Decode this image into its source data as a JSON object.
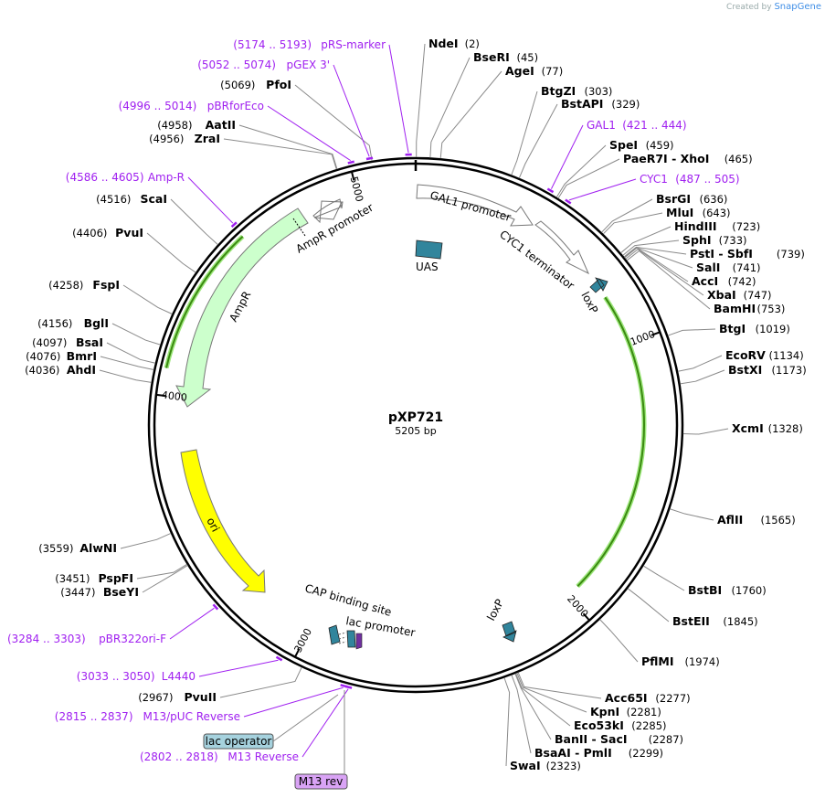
{
  "credit": {
    "prefix": "Created by",
    "brand": "SnapGene"
  },
  "plasmid": {
    "name": "pXP721",
    "length_label": "5205 bp",
    "length": 5205
  },
  "ticks": [
    {
      "pos": 1000,
      "label": "1000"
    },
    {
      "pos": 2000,
      "label": "2000"
    },
    {
      "pos": 3000,
      "label": "3000"
    },
    {
      "pos": 4000,
      "label": "4000"
    },
    {
      "pos": 5000,
      "label": "5000"
    }
  ],
  "enzymes": [
    {
      "name": "NdeI",
      "pos": "(2)",
      "site": 2
    },
    {
      "name": "BseRI",
      "pos": "(45)",
      "site": 45
    },
    {
      "name": "AgeI",
      "pos": "(77)",
      "site": 77
    },
    {
      "name": "BtgZI",
      "pos": "(303)",
      "site": 303
    },
    {
      "name": "BstAPI",
      "pos": "(329)",
      "site": 329
    },
    {
      "name": "SpeI",
      "pos": "(459)",
      "site": 459
    },
    {
      "name": "PaeR7I - XhoI",
      "pos": "(465)",
      "site": 465
    },
    {
      "name": "BsrGI",
      "pos": "(636)",
      "site": 636
    },
    {
      "name": "MluI",
      "pos": "(643)",
      "site": 643
    },
    {
      "name": "HindIII",
      "pos": "(723)",
      "site": 723
    },
    {
      "name": "SphI",
      "pos": "(733)",
      "site": 733
    },
    {
      "name": "PstI - SbfI",
      "pos": "(739)",
      "site": 739
    },
    {
      "name": "SalI",
      "pos": "(741)",
      "site": 741
    },
    {
      "name": "AccI",
      "pos": "(742)",
      "site": 742
    },
    {
      "name": "XbaI",
      "pos": "(747)",
      "site": 747
    },
    {
      "name": "BamHI",
      "pos": "(753)",
      "site": 753
    },
    {
      "name": "BtgI",
      "pos": "(1019)",
      "site": 1019
    },
    {
      "name": "EcoRV",
      "pos": "(1134)",
      "site": 1134
    },
    {
      "name": "BstXI",
      "pos": "(1173)",
      "site": 1173
    },
    {
      "name": "XcmI",
      "pos": "(1328)",
      "site": 1328
    },
    {
      "name": "AflII",
      "pos": "(1565)",
      "site": 1565
    },
    {
      "name": "BstBI",
      "pos": "(1760)",
      "site": 1760
    },
    {
      "name": "BstEII",
      "pos": "(1845)",
      "site": 1845
    },
    {
      "name": "PflMI",
      "pos": "(1974)",
      "site": 1974
    },
    {
      "name": "Acc65I",
      "pos": "(2277)",
      "site": 2277
    },
    {
      "name": "KpnI",
      "pos": "(2281)",
      "site": 2281
    },
    {
      "name": "Eco53kI",
      "pos": "(2285)",
      "site": 2285
    },
    {
      "name": "BanII - SacI",
      "pos": "(2287)",
      "site": 2287
    },
    {
      "name": "BsaAI - PmlI",
      "pos": "(2299)",
      "site": 2299
    },
    {
      "name": "SwaI",
      "pos": "(2323)",
      "site": 2323
    },
    {
      "name": "PvuII",
      "pos": "(2967)",
      "site": 2967
    },
    {
      "name": "BseYI",
      "pos": "(3447)",
      "site": 3447
    },
    {
      "name": "PspFI",
      "pos": "(3451)",
      "site": 3451
    },
    {
      "name": "AlwNI",
      "pos": "(3559)",
      "site": 3559
    },
    {
      "name": "AhdI",
      "pos": "(4036)",
      "site": 4036
    },
    {
      "name": "BmrI",
      "pos": "(4076)",
      "site": 4076
    },
    {
      "name": "BsaI",
      "pos": "(4097)",
      "site": 4097
    },
    {
      "name": "BglI",
      "pos": "(4156)",
      "site": 4156
    },
    {
      "name": "FspI",
      "pos": "(4258)",
      "site": 4258
    },
    {
      "name": "PvuI",
      "pos": "(4406)",
      "site": 4406
    },
    {
      "name": "ScaI",
      "pos": "(4516)",
      "site": 4516
    },
    {
      "name": "ZraI",
      "pos": "(4956)",
      "site": 4956
    },
    {
      "name": "AatII",
      "pos": "(4958)",
      "site": 4958
    },
    {
      "name": "PfoI",
      "pos": "(5069)",
      "site": 5069
    }
  ],
  "primers": [
    {
      "name": "pRS-marker",
      "range": "(5174 .. 5193)",
      "site": 5183
    },
    {
      "name": "pGEX 3'",
      "range": "(5052 .. 5074)",
      "site": 5063
    },
    {
      "name": "pBRforEco",
      "range": "(4996 .. 5014)",
      "site": 5005
    },
    {
      "name": "GAL1",
      "range": "(421 .. 444)",
      "site": 432
    },
    {
      "name": "CYC1",
      "range": "(487 .. 505)",
      "site": 496
    },
    {
      "name": "Amp-R",
      "range": "(4586 .. 4605)",
      "site": 4595
    },
    {
      "name": "pBR322ori-F",
      "range": "(3284 .. 3303)",
      "site": 3293
    },
    {
      "name": "L4440",
      "range": "(3033 .. 3050)",
      "site": 3041
    },
    {
      "name": "M13/pUC Reverse",
      "range": "(2815 .. 2837)",
      "site": 2826
    },
    {
      "name": "M13 Reverse",
      "range": "(2802 .. 2818)",
      "site": 2810
    }
  ],
  "boxed_labels": [
    {
      "name": "lac operator",
      "color": "#a6d2de"
    },
    {
      "name": "M13 rev",
      "color": "#d9a3f5"
    }
  ],
  "features": [
    {
      "name": "GAL1 promoter",
      "color": "#ffffff"
    },
    {
      "name": "CYC1 terminator",
      "color": "#ffffff"
    },
    {
      "name": "UAS",
      "color": "#31859c"
    },
    {
      "name": "loxP",
      "color": "#31859c"
    },
    {
      "name": "loxP",
      "color": "#31859c"
    },
    {
      "name": "AmpR promoter",
      "color": "#ffffff"
    },
    {
      "name": "AmpR",
      "color": "#ccffcc"
    },
    {
      "name": "ori",
      "color": "#ffff00"
    },
    {
      "name": "CAP binding site",
      "color": "#31859c"
    },
    {
      "name": "lac promoter",
      "color": "#ffffff"
    }
  ],
  "colors": {
    "primer": "#a020f0",
    "orf_highlight": "#9ce67a",
    "orf_line": "#3a8a10",
    "backbone": "#000000",
    "site_line": "#8a8a8a"
  }
}
